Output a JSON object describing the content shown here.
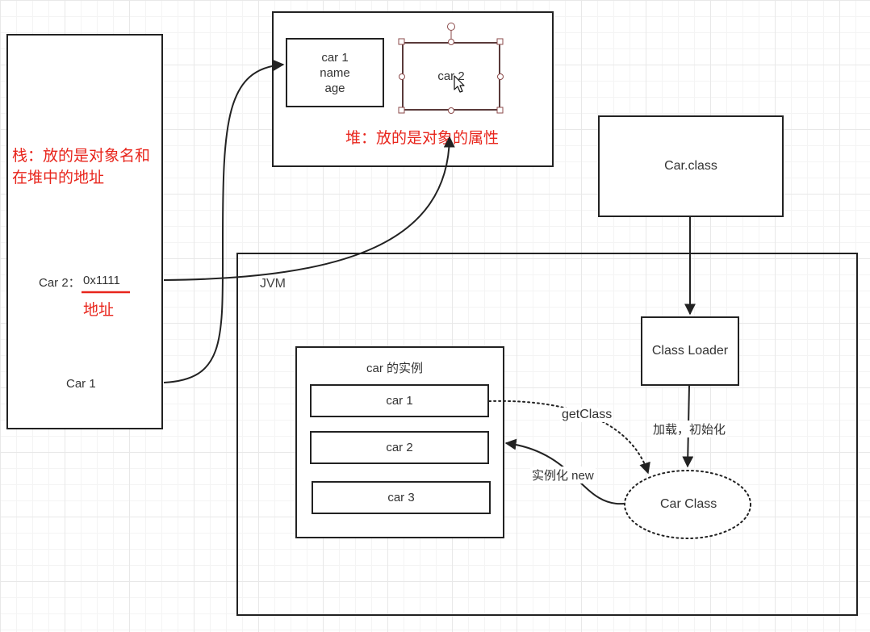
{
  "stack": {
    "annotation_line1": "栈：放的是对象名和",
    "annotation_line2": "在堆中的地址",
    "car2_label": "Car 2：",
    "car2_address": "0x1111",
    "address_note": "地址",
    "car1_label": "Car 1"
  },
  "heap": {
    "object1_lines": [
      "car 1",
      "name",
      "age"
    ],
    "object2_label": "car 2",
    "annotation": "堆：放的是对象的属性"
  },
  "car_class_file": "Car.class",
  "jvm": {
    "label": "JVM",
    "class_loader": "Class Loader",
    "load_init_label": "加载，初始化",
    "instances_title": "car 的实例",
    "instances": [
      "car 1",
      "car 2",
      "car 3"
    ],
    "car_class": "Car Class",
    "get_class_label": "getClass",
    "instantiate_label": "实例化 new"
  },
  "colors": {
    "stroke": "#222222",
    "annotation_red": "#e8251c",
    "selection_handle": "#8b4a4a"
  }
}
